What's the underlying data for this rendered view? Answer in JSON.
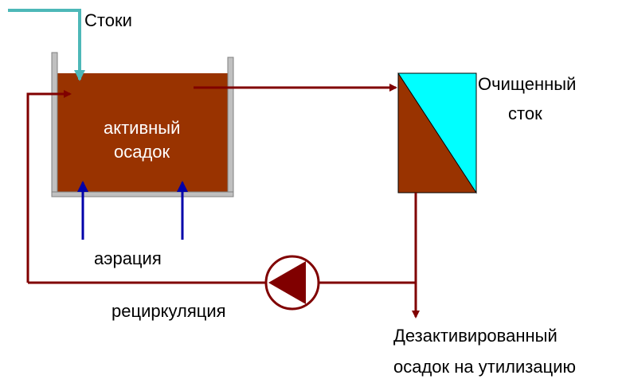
{
  "labels": {
    "inflow": "Стоки",
    "tank_line1": "активный",
    "tank_line2": "осадок",
    "aeration": "аэрация",
    "recirculation": "рециркуляция",
    "clean_line1": "Очищенный",
    "clean_line2": "сток",
    "waste_line1": "Дезактивированный",
    "waste_line2": "осадок на утилизацию"
  },
  "colors": {
    "sludge": "#993300",
    "tank_wall": "#c0c0c0",
    "water": "#00ffff",
    "influent_pipe": "#4db8b8",
    "sludge_pipe": "#800000",
    "air_arrow": "#0000aa",
    "pump_fill": "#ffffff"
  },
  "icons": {
    "pump": "pump-icon"
  }
}
